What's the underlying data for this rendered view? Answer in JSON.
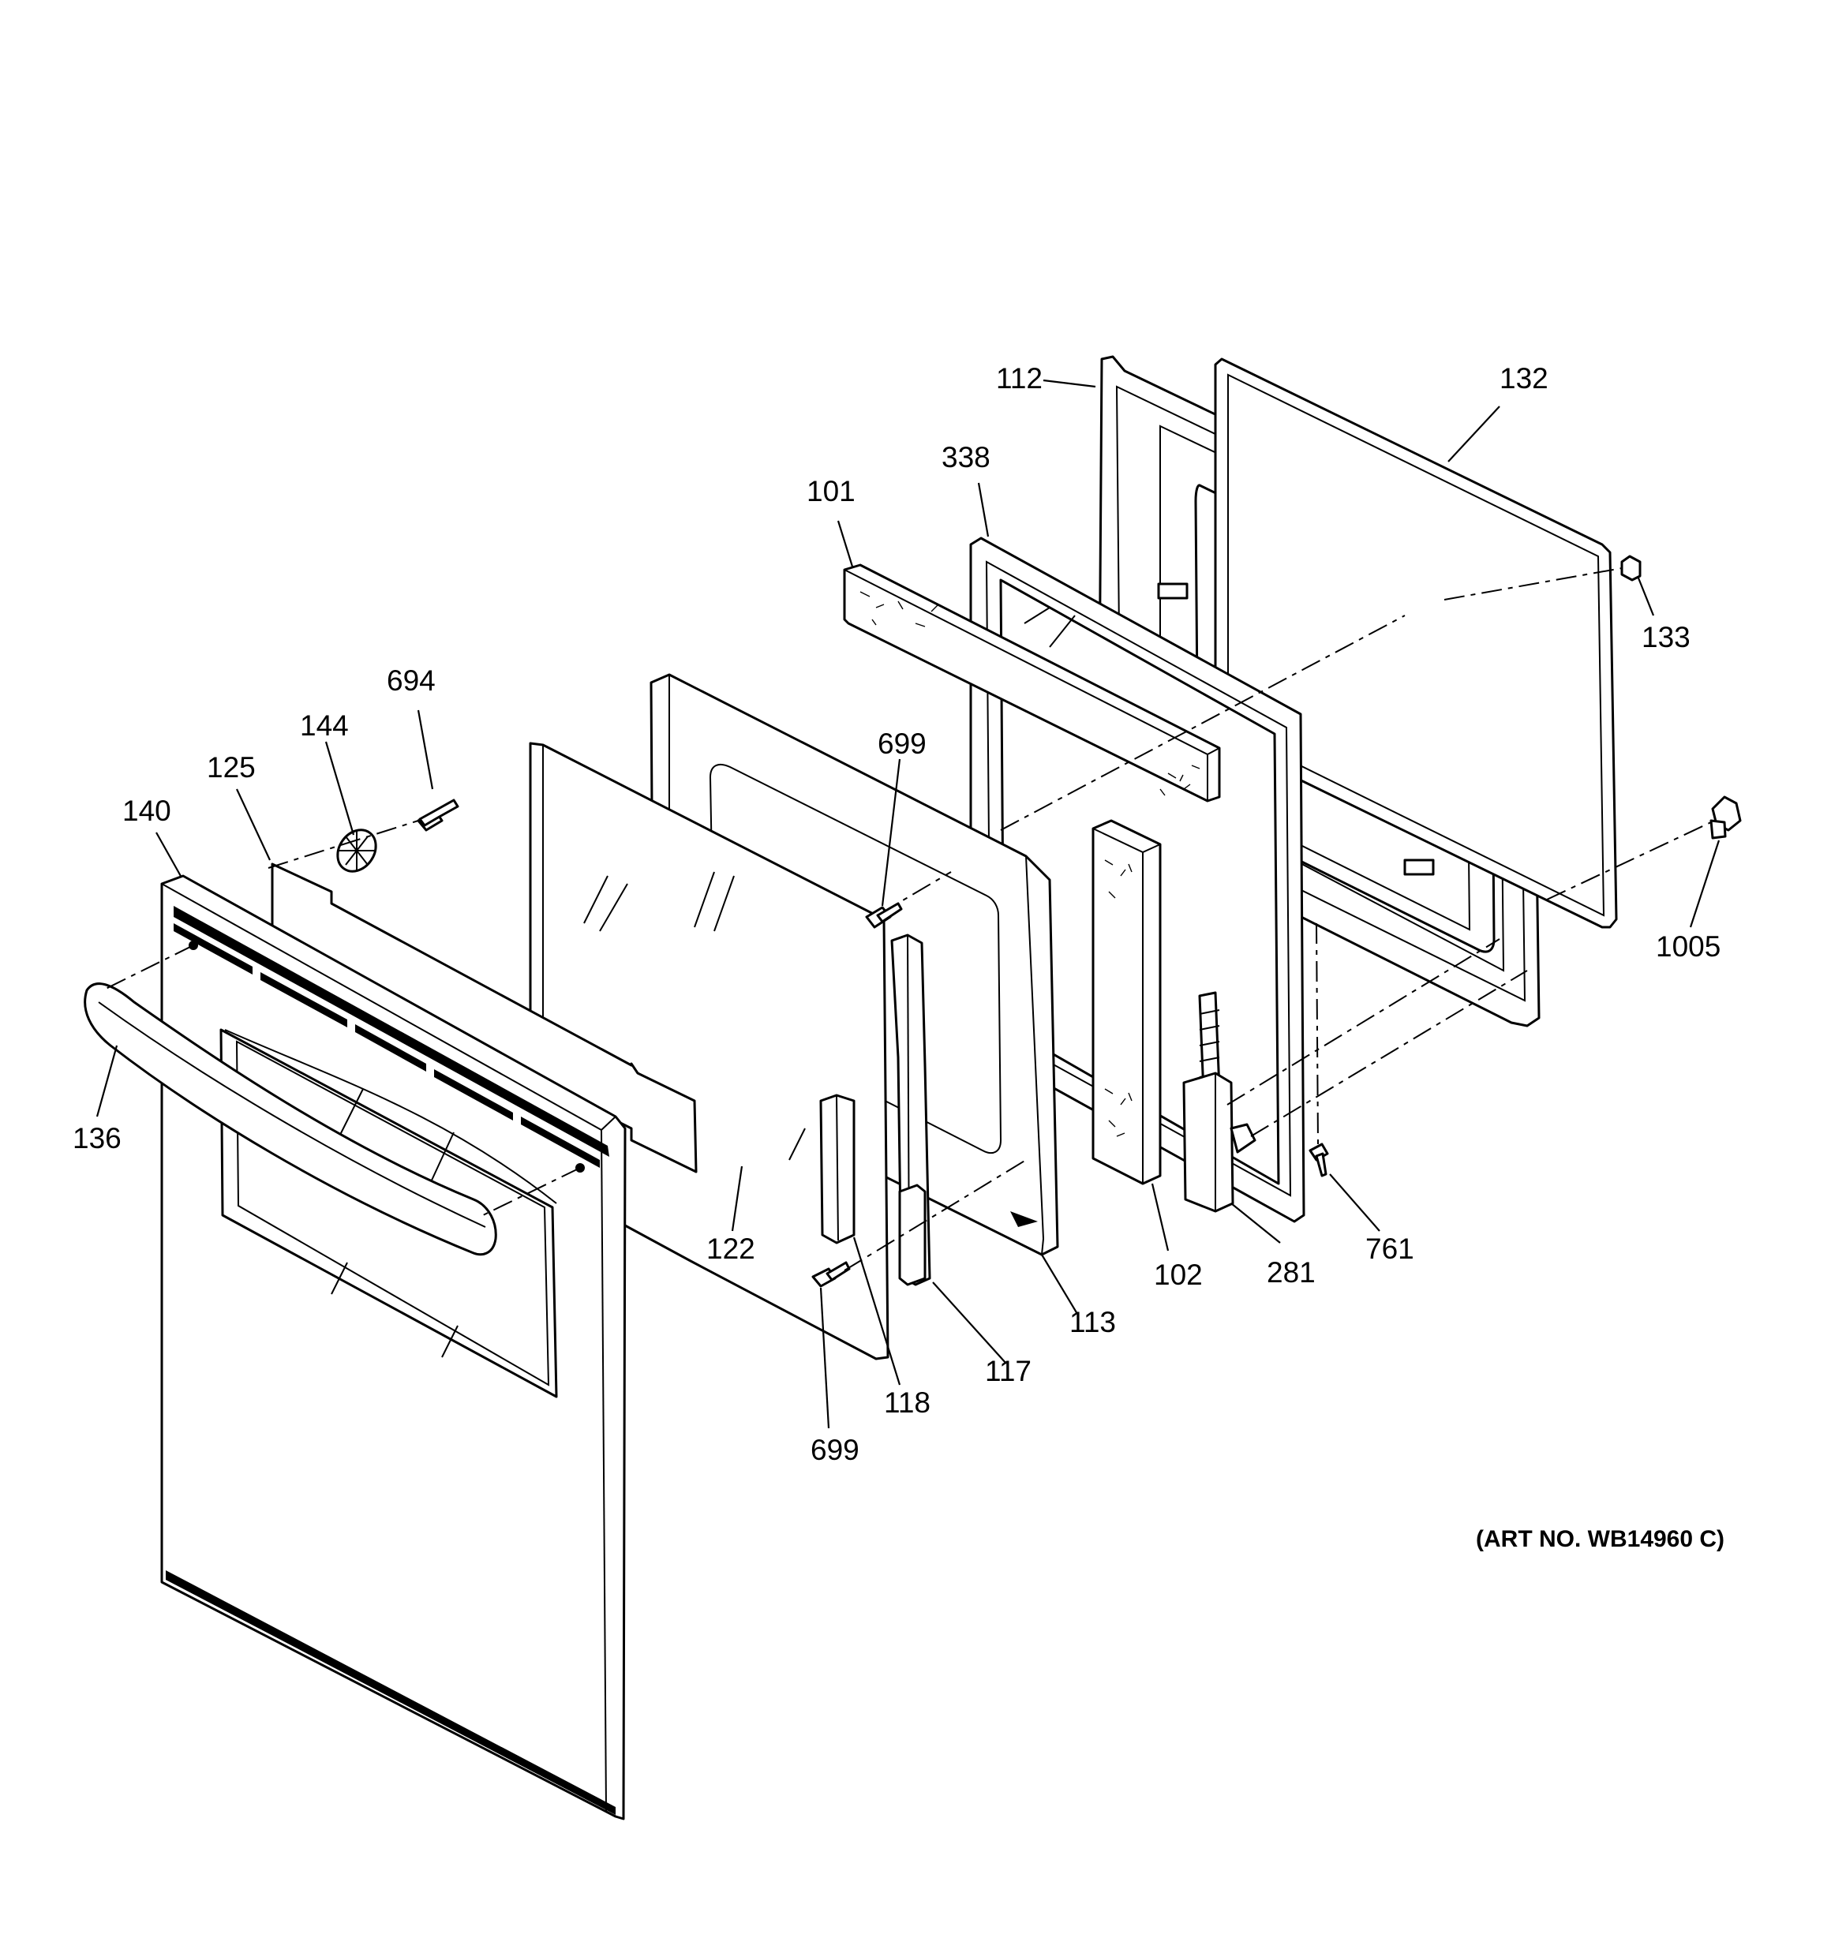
{
  "art_number": "(ART NO. WB14960 C)",
  "callouts": [
    {
      "id": "112",
      "label": "112"
    },
    {
      "id": "132",
      "label": "132"
    },
    {
      "id": "338",
      "label": "338"
    },
    {
      "id": "101",
      "label": "101"
    },
    {
      "id": "133",
      "label": "133"
    },
    {
      "id": "694",
      "label": "694"
    },
    {
      "id": "144",
      "label": "144"
    },
    {
      "id": "699a",
      "label": "699"
    },
    {
      "id": "125",
      "label": "125"
    },
    {
      "id": "140",
      "label": "140"
    },
    {
      "id": "1005",
      "label": "1005"
    },
    {
      "id": "136",
      "label": "136"
    },
    {
      "id": "122",
      "label": "122"
    },
    {
      "id": "102",
      "label": "102"
    },
    {
      "id": "281",
      "label": "281"
    },
    {
      "id": "761",
      "label": "761"
    },
    {
      "id": "113",
      "label": "113"
    },
    {
      "id": "117",
      "label": "117"
    },
    {
      "id": "118",
      "label": "118"
    },
    {
      "id": "699b",
      "label": "699"
    }
  ]
}
